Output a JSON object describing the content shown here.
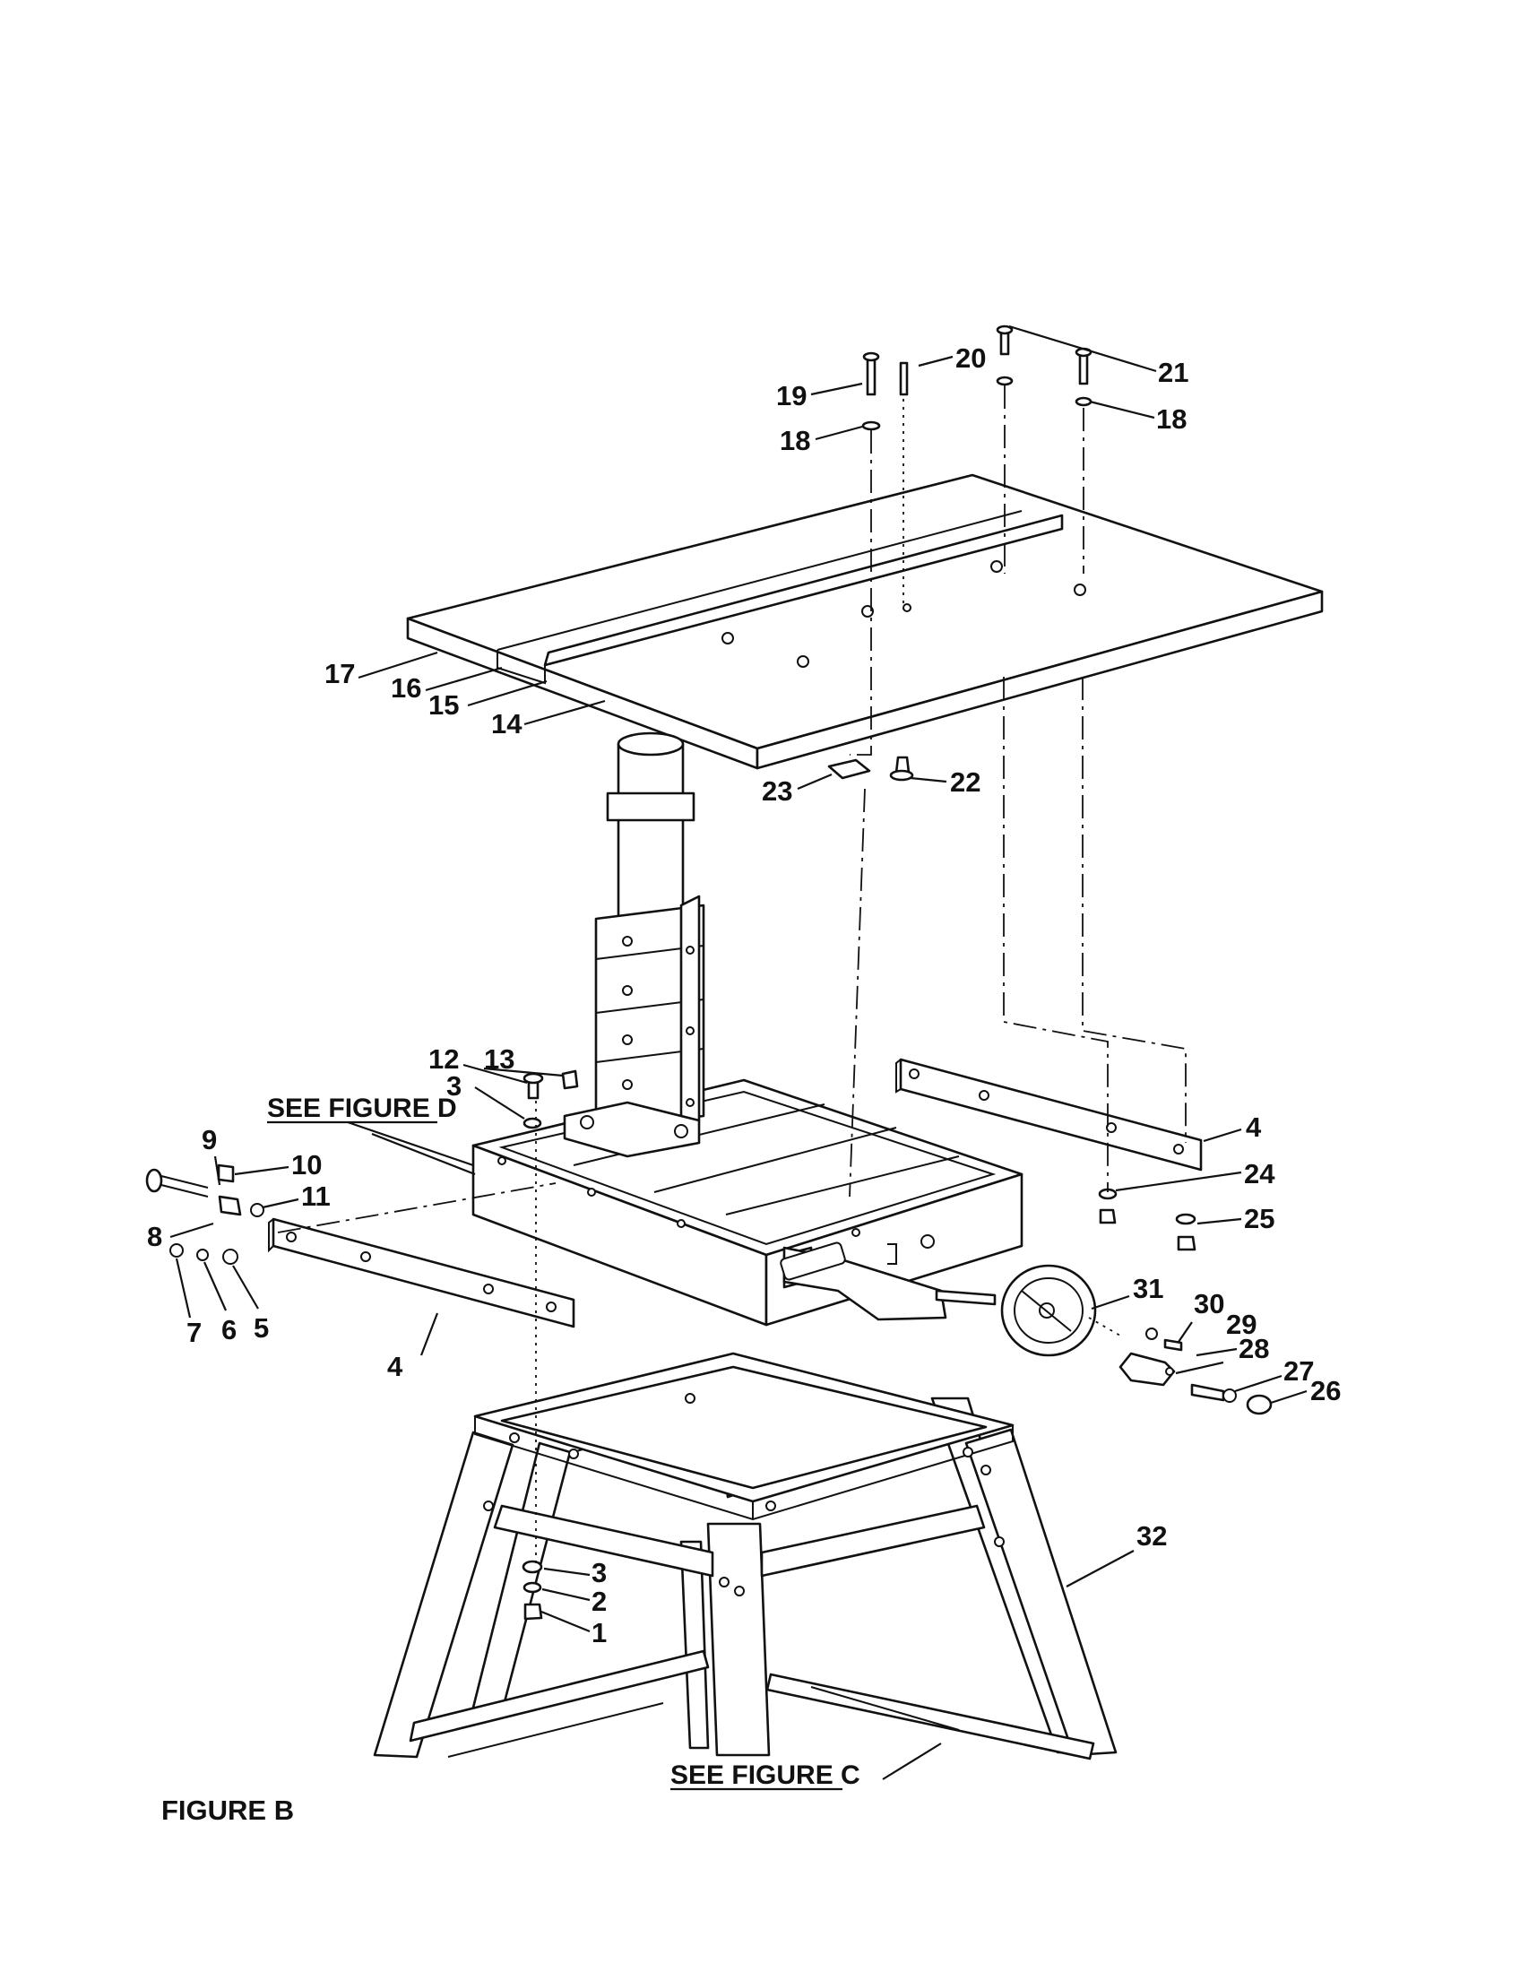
{
  "figure_label": "FIGURE B",
  "references": {
    "see_figure_d": "SEE FIGURE D",
    "see_figure_c": "SEE FIGURE C"
  },
  "callouts": {
    "c1": "1",
    "c2": "2",
    "c3a": "3",
    "c3b": "3",
    "c4a": "4",
    "c4b": "4",
    "c5": "5",
    "c6": "6",
    "c7": "7",
    "c8": "8",
    "c9": "9",
    "c10": "10",
    "c11": "11",
    "c12": "12",
    "c13": "13",
    "c14": "14",
    "c15": "15",
    "c16": "16",
    "c17": "17",
    "c18a": "18",
    "c18b": "18",
    "c19": "19",
    "c20": "20",
    "c21": "21",
    "c22": "22",
    "c23": "23",
    "c24": "24",
    "c25": "25",
    "c26": "26",
    "c27": "27",
    "c28": "28",
    "c29": "29",
    "c30": "30",
    "c31": "31",
    "c32": "32"
  }
}
